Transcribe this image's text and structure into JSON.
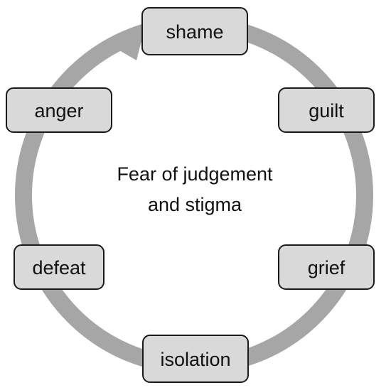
{
  "diagram": {
    "type": "cycle",
    "center": {
      "line1": "Fear of judgement",
      "line2": "and stigma"
    },
    "nodes": [
      {
        "id": "shame",
        "label": "shame"
      },
      {
        "id": "guilt",
        "label": "guilt"
      },
      {
        "id": "grief",
        "label": "grief"
      },
      {
        "id": "isolation",
        "label": "isolation"
      },
      {
        "id": "defeat",
        "label": "defeat"
      },
      {
        "id": "anger",
        "label": "anger"
      }
    ],
    "arrow_direction": "clockwise",
    "colors": {
      "arrow": "#a6a6a6",
      "box_fill": "#d9d9d9",
      "box_stroke": "#1a1a1a",
      "text": "#111111"
    }
  }
}
